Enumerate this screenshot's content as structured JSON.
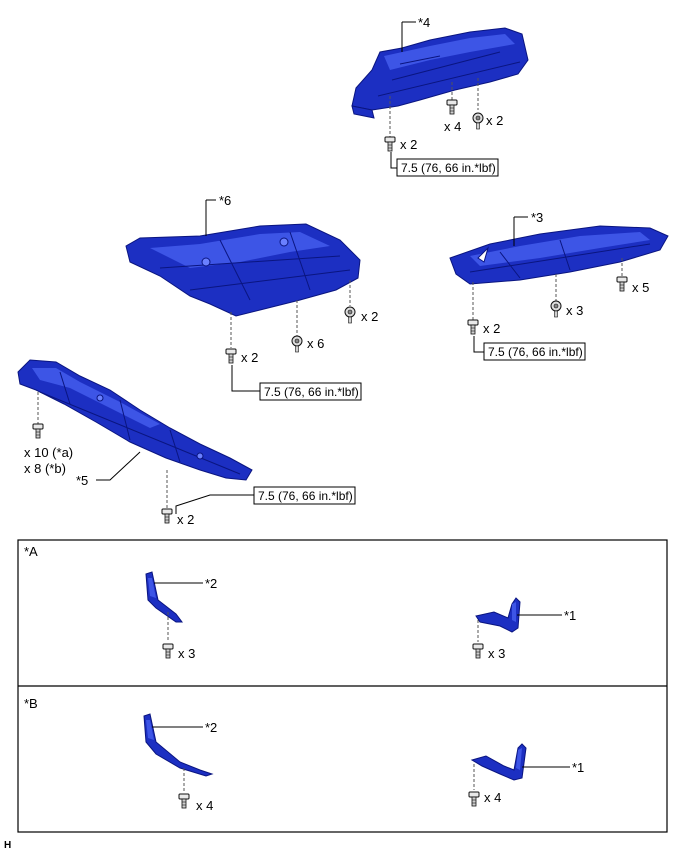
{
  "labels": {
    "p4": "*4",
    "p6": "*6",
    "p3": "*3",
    "p5": "*5",
    "p2": "*2",
    "p1": "*1",
    "sectionA": "*A",
    "sectionB": "*B",
    "footer": "H"
  },
  "quantities": {
    "x2": "x 2",
    "x4": "x 4",
    "x3": "x 3",
    "x5": "x 5",
    "x6": "x 6",
    "x10a": "x 10 (*a)",
    "x8b": "x 8 (*b)"
  },
  "torque": "7.5 (76, 66 in.*lbf)",
  "colors": {
    "part": "#1c2fc2",
    "part_highlight": "#3d55e6",
    "outline": "#0a1580"
  }
}
